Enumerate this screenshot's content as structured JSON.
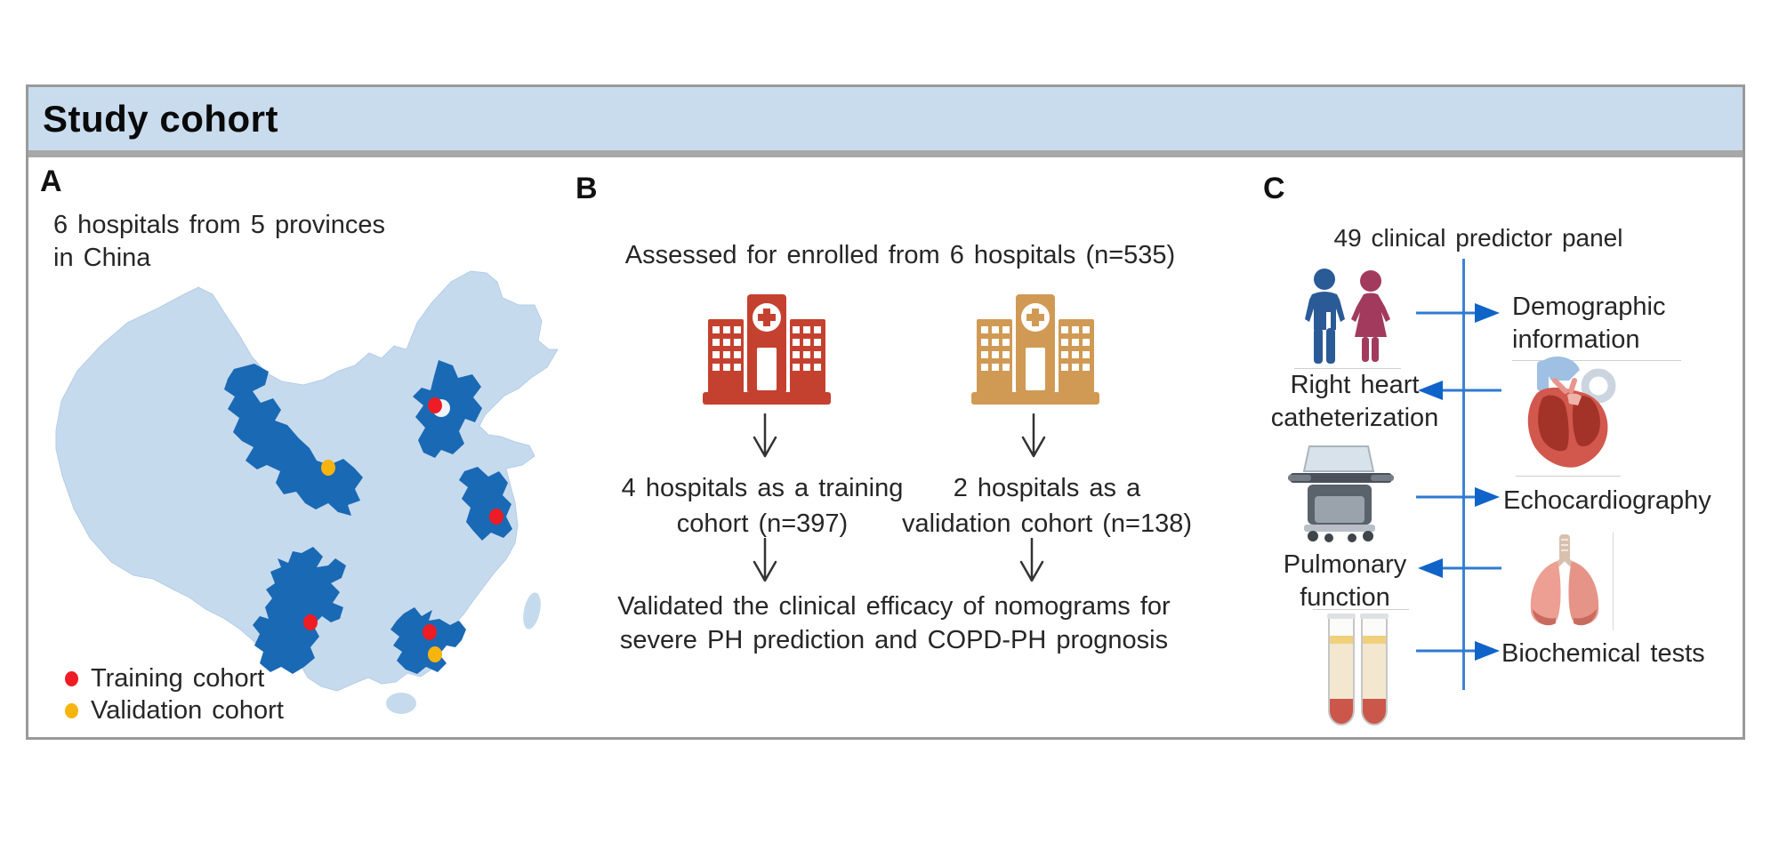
{
  "header": {
    "title": "Study cohort"
  },
  "colors": {
    "header_bg": "#c9dcee",
    "map_land": "#c6daee",
    "map_province": "#1a69b4",
    "training_dot": "#ee1c24",
    "validation_dot": "#f6b40e",
    "hospital_red": "#c5412f",
    "hospital_tan": "#d09a55",
    "arrow_blue_line": "#2e7ad2",
    "arrow_blue_head": "#1063c8"
  },
  "panel_a": {
    "label": "A",
    "caption_line1": "6 hospitals from 5 provinces",
    "caption_line2": "in China",
    "legend": [
      {
        "label": "Training cohort",
        "color": "#ee1c24"
      },
      {
        "label": "Validation cohort",
        "color": "#f6b40e"
      }
    ],
    "map_markers": {
      "training": [
        [
          434,
          157
        ],
        [
          503,
          282
        ],
        [
          294,
          401
        ],
        [
          428,
          412
        ]
      ],
      "validation": [
        [
          314,
          227
        ],
        [
          434,
          437
        ]
      ]
    }
  },
  "panel_b": {
    "label": "B",
    "title": "Assessed for enrolled from 6 hospitals (n=535)",
    "left_branch": {
      "line1": "4 hospitals as a training",
      "line2": "cohort (n=397)"
    },
    "right_branch": {
      "line1": "2 hospitals as a",
      "line2": "validation cohort (n=138)"
    },
    "outcome_line1": "Validated the clinical efficacy of nomograms for",
    "outcome_line2": "severe PH prediction and COPD-PH prognosis"
  },
  "panel_c": {
    "label": "C",
    "title": "49 clinical predictor panel",
    "rows": {
      "demographic": {
        "line1": "Demographic",
        "line2": "information"
      },
      "rhc": {
        "line1": "Right heart",
        "line2": "catheterization"
      },
      "echo": {
        "label": "Echocardiography"
      },
      "pulmonary": {
        "line1": "Pulmonary",
        "line2": "function"
      },
      "biochem": {
        "label": "Biochemical tests"
      }
    }
  }
}
